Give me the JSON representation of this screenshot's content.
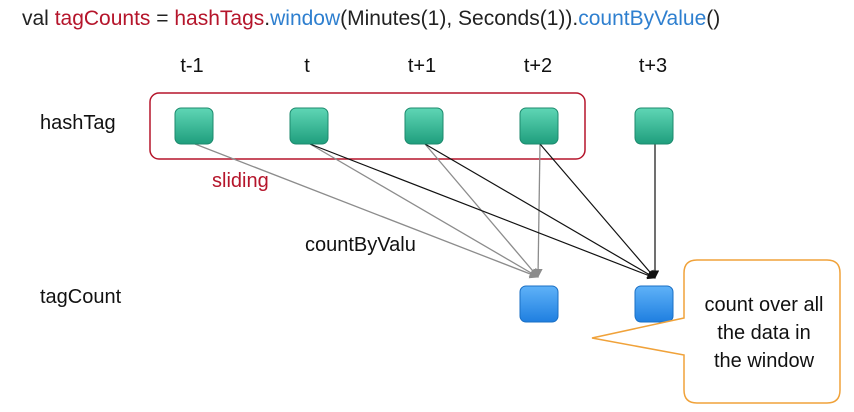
{
  "code": {
    "tokens": [
      {
        "text": "val ",
        "color": "#222222"
      },
      {
        "text": "tagCounts",
        "color": "#b5152b"
      },
      {
        "text": " = ",
        "color": "#222222"
      },
      {
        "text": "hashTags",
        "color": "#b5152b"
      },
      {
        "text": ".",
        "color": "#222222"
      },
      {
        "text": "window",
        "color": "#2e7fcf"
      },
      {
        "text": "(Minutes(1), Seconds(1)).",
        "color": "#222222"
      },
      {
        "text": "countByValue",
        "color": "#2e7fcf"
      },
      {
        "text": "()",
        "color": "#222222"
      }
    ]
  },
  "diagram": {
    "time_labels": [
      "t-1",
      "t",
      "t+1",
      "t+2",
      "t+3"
    ],
    "row_labels": {
      "hashtag": "hashTag",
      "tagcount": "tagCount"
    },
    "window_label": "sliding",
    "edge_label": "countByValu",
    "callout_text": [
      "count over all",
      "the data in",
      "the window"
    ]
  },
  "colors": {
    "window_border": "#b5152b",
    "sliding_text": "#b5152b",
    "green_node_top": "#5fd6b5",
    "green_node_bottom": "#1f9e7d",
    "blue_node_top": "#5fb2f8",
    "blue_node_bottom": "#1f7fe0",
    "callout_border": "#f0a23a",
    "gray_edge": "#8c8c8c",
    "black_edge": "#111111"
  }
}
